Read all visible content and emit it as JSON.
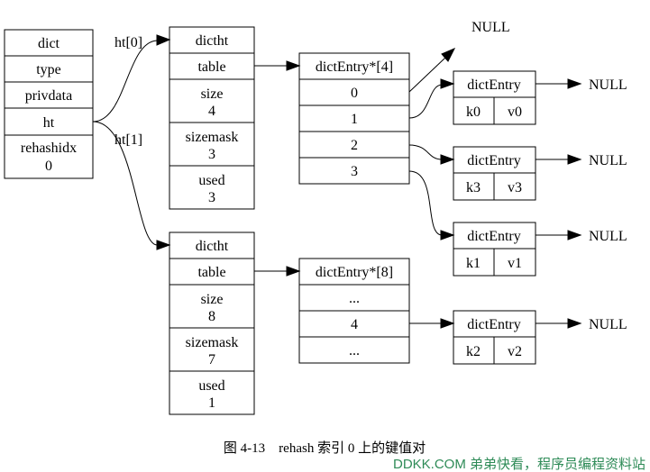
{
  "dict": {
    "fields": [
      "dict",
      "type",
      "privdata",
      "ht"
    ],
    "rehashidx": {
      "label": "rehashidx",
      "value": "0"
    }
  },
  "edge_labels": {
    "ht0": "ht[0]",
    "ht1": "ht[1]"
  },
  "ht0": {
    "title": "dictht",
    "table": "table",
    "size": {
      "label": "size",
      "value": "4"
    },
    "sizemask": {
      "label": "sizemask",
      "value": "3"
    },
    "used": {
      "label": "used",
      "value": "3"
    }
  },
  "ht1": {
    "title": "dictht",
    "table": "table",
    "size": {
      "label": "size",
      "value": "8"
    },
    "sizemask": {
      "label": "sizemask",
      "value": "7"
    },
    "used": {
      "label": "used",
      "value": "1"
    }
  },
  "array0": {
    "title": "dictEntry*[4]",
    "slots": [
      "0",
      "1",
      "2",
      "3"
    ]
  },
  "array1": {
    "title": "dictEntry*[8]",
    "slots": [
      "...",
      "4",
      "..."
    ]
  },
  "entries": [
    {
      "title": "dictEntry",
      "key": "k0",
      "value": "v0"
    },
    {
      "title": "dictEntry",
      "key": "k3",
      "value": "v3"
    },
    {
      "title": "dictEntry",
      "key": "k1",
      "value": "v1"
    },
    {
      "title": "dictEntry",
      "key": "k2",
      "value": "v2"
    }
  ],
  "null_label": "NULL",
  "caption": "图 4-13    rehash 索引 0 上的键值对",
  "watermark": "DDKK.COM 弟弟快看，程序员编程资料站"
}
